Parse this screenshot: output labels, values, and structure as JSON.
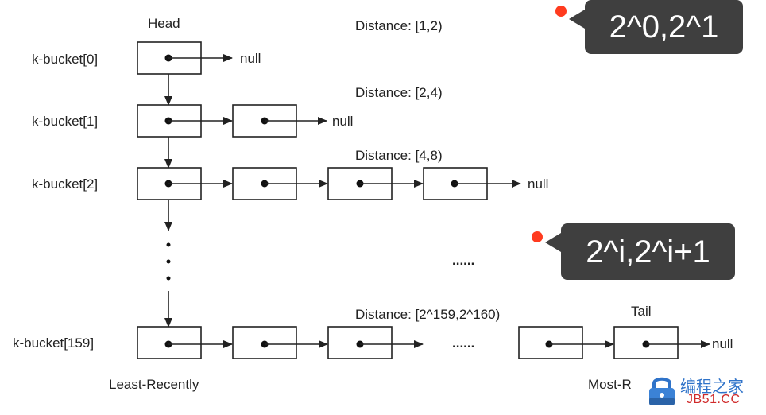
{
  "labels": {
    "head": "Head",
    "tail": "Tail",
    "null": "null",
    "ellipsis_dots": "......",
    "left_caption": "Least-Recently",
    "right_caption": "Most-R"
  },
  "buckets": [
    {
      "label": "k-bucket[0]",
      "distance": "Distance: [1,2)"
    },
    {
      "label": "k-bucket[1]",
      "distance": "Distance: [2,4)"
    },
    {
      "label": "k-bucket[2]",
      "distance": "Distance: [4,8)"
    },
    {
      "label": "k-bucket[159]",
      "distance": "Distance: [2^159,2^160)"
    }
  ],
  "annotations": [
    {
      "text": "2^0,2^1",
      "color": "#ff3b1f"
    },
    {
      "text": "2^i,2^i+1",
      "color": "#ff3b1f"
    }
  ],
  "watermark": {
    "cn": "编程之家",
    "en": "JB51.CC"
  }
}
